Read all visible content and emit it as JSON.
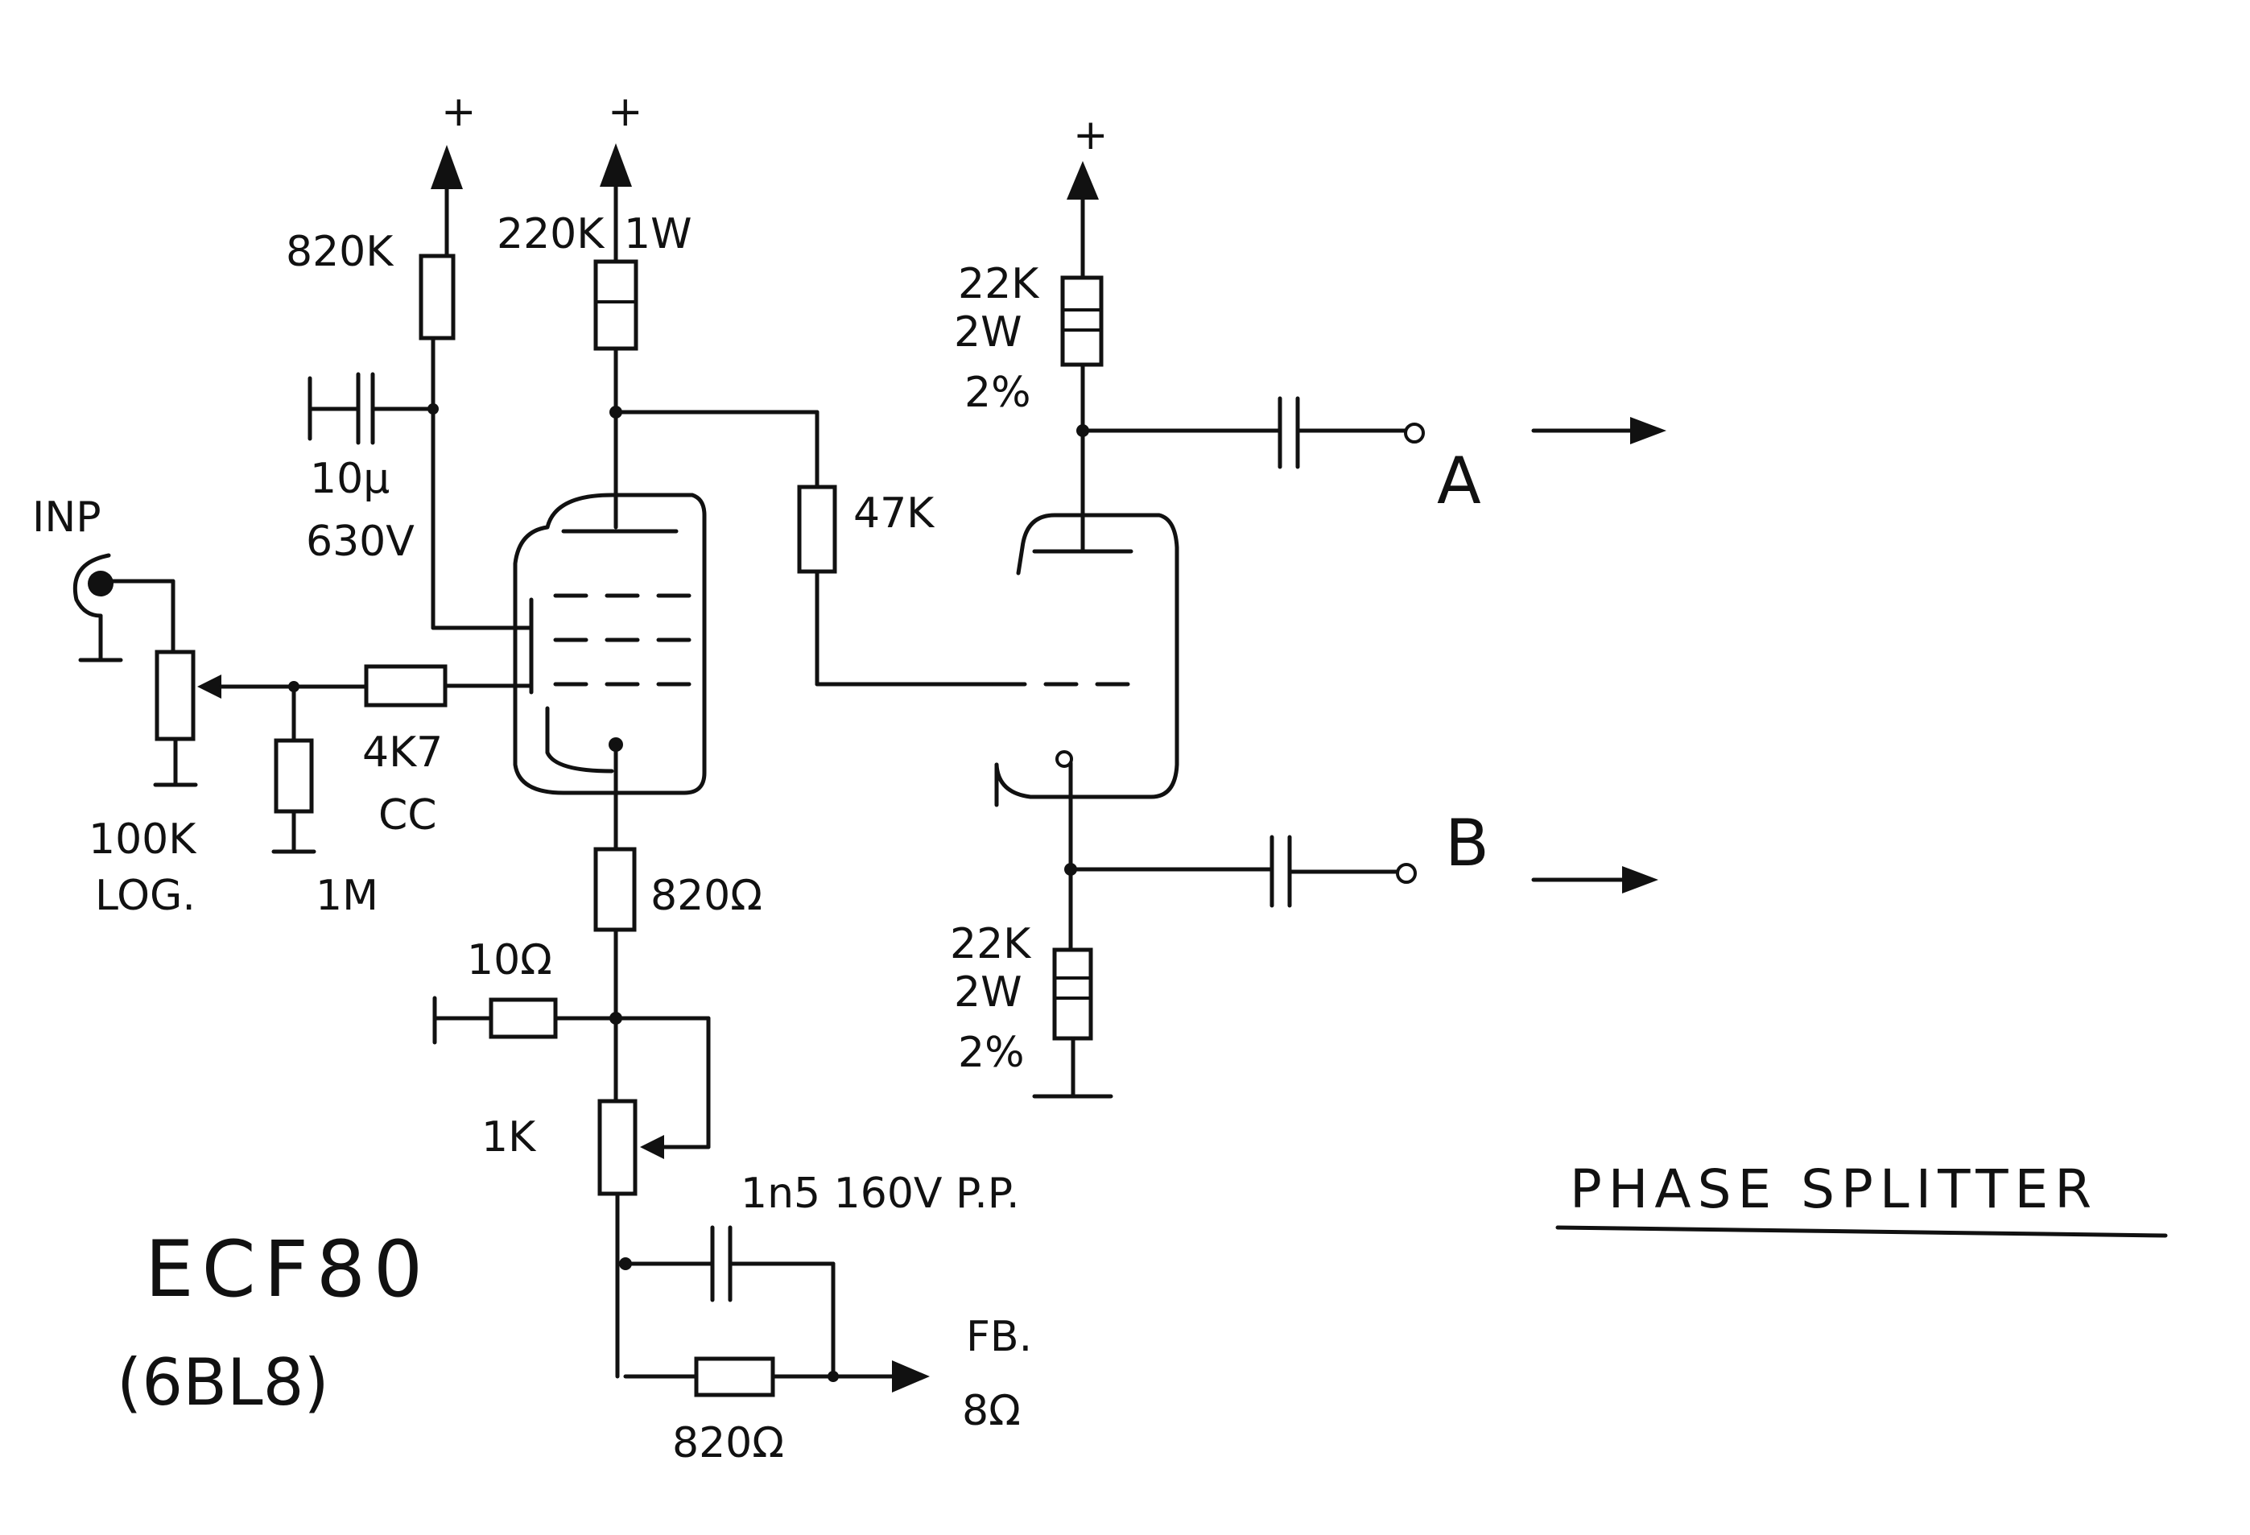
{
  "labels": {
    "plus_1": "+",
    "plus_2": "+",
    "plus_3": "+",
    "r820k": "820K",
    "r220k": "220K",
    "r220k_power": "1W",
    "c10u_value": "10µ",
    "c10u_voltage": "630V",
    "input": "INP",
    "pot100k_value": "100K",
    "pot100k_taper": "LOG.",
    "r1m": "1M",
    "r4k7_value": "4K7",
    "r4k7_type": "CC",
    "r47k": "47K",
    "r820_cathode": "820Ω",
    "r10": "10Ω",
    "pot1k": "1K",
    "c1n5": "1n5 160V P.P.",
    "r820_fb": "820Ω",
    "fb_label": "FB.",
    "fb_impedance": "8Ω",
    "r22k_top_value": "22K",
    "r22k_top_power": "2W",
    "r22k_top_tol": "2%",
    "r22k_bot_value": "22K",
    "r22k_bot_power": "2W",
    "r22k_bot_tol": "2%",
    "out_a": "A",
    "out_b": "B",
    "tube_type": "ECF80",
    "tube_equiv": "(6BL8)",
    "title": "PHASE SPLITTER"
  }
}
